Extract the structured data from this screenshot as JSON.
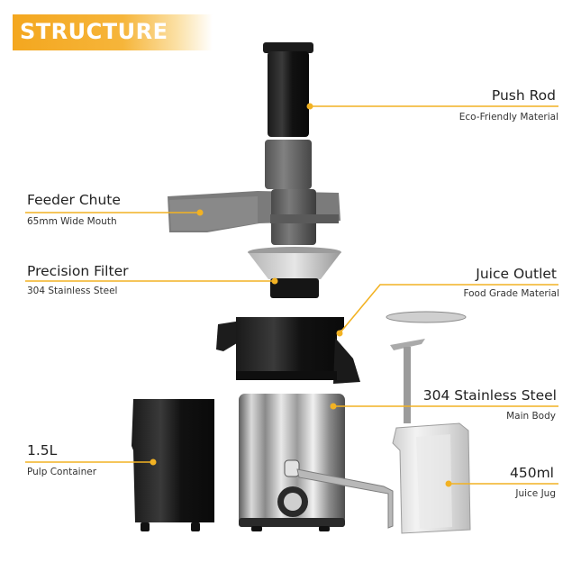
{
  "banner": {
    "title": "STRUCTURE",
    "color_start": "#f4a71f",
    "color_end": "#fbe0a4"
  },
  "accent_color": "#f2b223",
  "parts": {
    "push_rod": {
      "title": "Push Rod",
      "subtitle": "Eco-Friendly Material"
    },
    "feeder_chute": {
      "title": "Feeder Chute",
      "subtitle": "65mm Wide Mouth"
    },
    "precision_filter": {
      "title": "Precision Filter",
      "subtitle": "304 Stainless Steel"
    },
    "juice_outlet": {
      "title": "Juice Outlet",
      "subtitle": "Food Grade Material"
    },
    "main_body": {
      "title": "304 Stainless Steel",
      "subtitle": "Main Body"
    },
    "pulp_container": {
      "title": "1.5L",
      "subtitle": "Pulp Container"
    },
    "juice_jug": {
      "title": "450ml",
      "subtitle": "Juice Jug"
    }
  }
}
